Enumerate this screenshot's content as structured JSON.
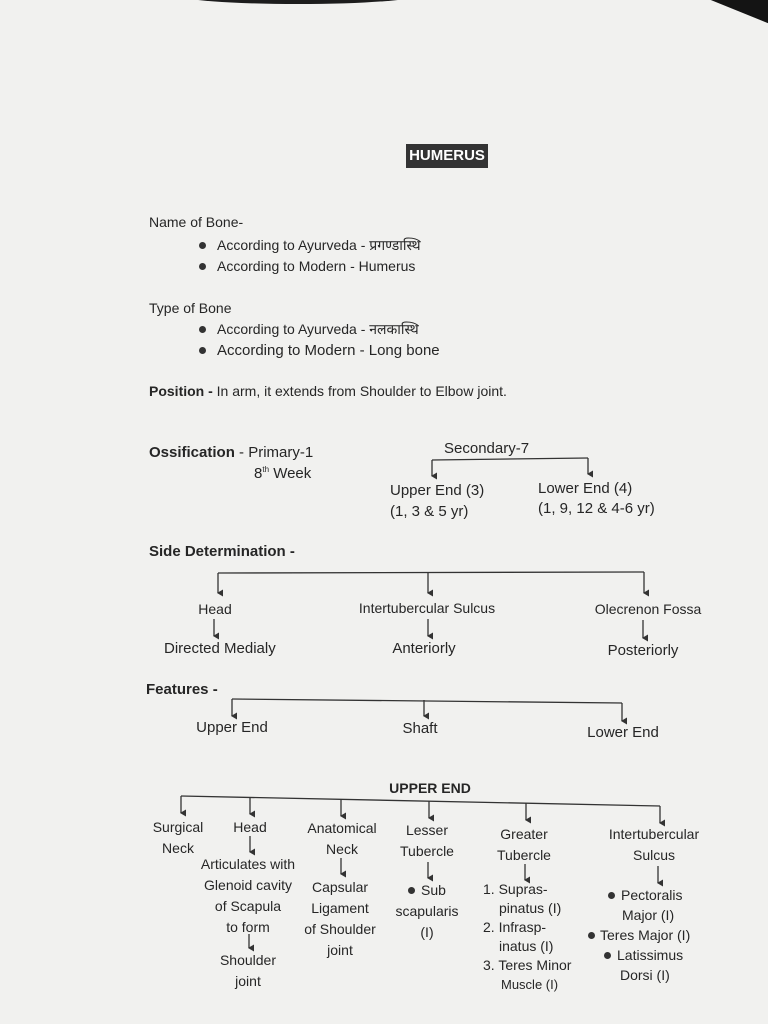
{
  "title": "HUMERUS",
  "name_of_bone": {
    "heading": "Name of Bone-",
    "items": [
      "According to Ayurveda - प्रगण्डास्थि",
      "According to Modern - Humerus"
    ]
  },
  "type_of_bone": {
    "heading": "Type of Bone",
    "items": [
      "According to Ayurveda - नलकास्थि",
      "According to Modern - Long bone"
    ]
  },
  "position": {
    "label": "Position -",
    "text": "In arm, it extends from Shoulder to Elbow joint."
  },
  "ossification": {
    "label": "Ossification",
    "primary": "- Primary-1",
    "week_number": "8",
    "week_suffix": "th",
    "week_label": "Week",
    "secondary": "Secondary-7",
    "upper_end": "Upper End (3)",
    "upper_end_years": "(1, 3 & 5 yr)",
    "lower_end": "Lower End (4)",
    "lower_end_years": "(1, 9, 12 & 4-6 yr)"
  },
  "side_determination": {
    "heading": "Side Determination -",
    "items": [
      {
        "part": "Head",
        "direction": "Directed Medialy"
      },
      {
        "part": "Intertubercular Sulcus",
        "direction": "Anteriorly"
      },
      {
        "part": "Olecrenon Fossa",
        "direction": "Posteriorly"
      }
    ]
  },
  "features": {
    "heading": "Features -",
    "items": [
      "Upper End",
      "Shaft",
      "Lower End"
    ]
  },
  "upper_end": {
    "heading": "UPPER END",
    "surgical_neck": [
      "Surgical",
      "Neck"
    ],
    "head": "Head",
    "head_detail": [
      "Articulates with",
      "Glenoid cavity",
      "of Scapula",
      "to form"
    ],
    "head_result": [
      "Shoulder",
      "joint"
    ],
    "anatomical_neck": [
      "Anatomical",
      "Neck"
    ],
    "anatomical_detail": [
      "Capsular",
      "Ligament",
      "of Shoulder",
      "joint"
    ],
    "lesser_tubercle": [
      "Lesser",
      "Tubercle"
    ],
    "lesser_muscles": [
      "Sub",
      "scapularis",
      "(I)"
    ],
    "greater_tubercle": [
      "Greater",
      "Tubercle"
    ],
    "greater_muscles": [
      "1. Supras-",
      "pinatus (I)",
      "2. Infrasp-",
      "inatus (I)",
      "3. Teres Minor",
      "Muscle (I)"
    ],
    "intertubercular": [
      "Intertubercular",
      "Sulcus"
    ],
    "intertubercular_muscles": [
      "Pectoralis",
      "Major (I)",
      "Teres Major (I)",
      "Latissimus",
      "Dorsi (I)"
    ]
  }
}
